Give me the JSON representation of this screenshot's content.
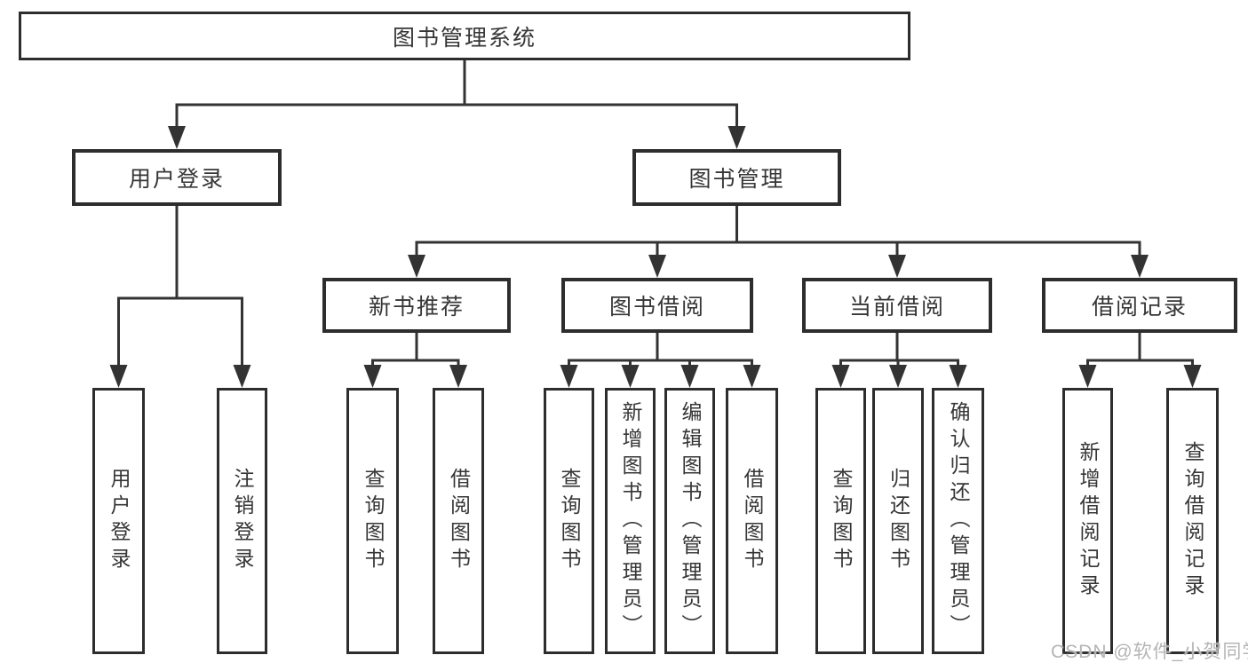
{
  "diagram": {
    "root": {
      "label": "图书管理系统"
    },
    "level2": [
      {
        "label": "用户登录"
      },
      {
        "label": "图书管理"
      }
    ],
    "level3": [
      {
        "label": "新书推荐"
      },
      {
        "label": "图书借阅"
      },
      {
        "label": "当前借阅"
      },
      {
        "label": "借阅记录"
      }
    ],
    "leaves": [
      {
        "label": "用户登录"
      },
      {
        "label": "注销登录"
      },
      {
        "label": "查询图书"
      },
      {
        "label": "借阅图书"
      },
      {
        "label": "查询图书"
      },
      {
        "label": "新增图书（管理员）"
      },
      {
        "label": "编辑图书（管理员）"
      },
      {
        "label": "借阅图书"
      },
      {
        "label": "查询图书"
      },
      {
        "label": "归还图书"
      },
      {
        "label": "确认归还（管理员）"
      },
      {
        "label": "新增借阅记录"
      },
      {
        "label": "查询借阅记录"
      }
    ]
  },
  "watermark": {
    "text": "CSDN @软件_小贺同学"
  },
  "colors": {
    "line": "#333333",
    "border": "#2d2d2d",
    "text": "#363636",
    "background": "#ffffff",
    "watermark": "#b5b5b5"
  }
}
